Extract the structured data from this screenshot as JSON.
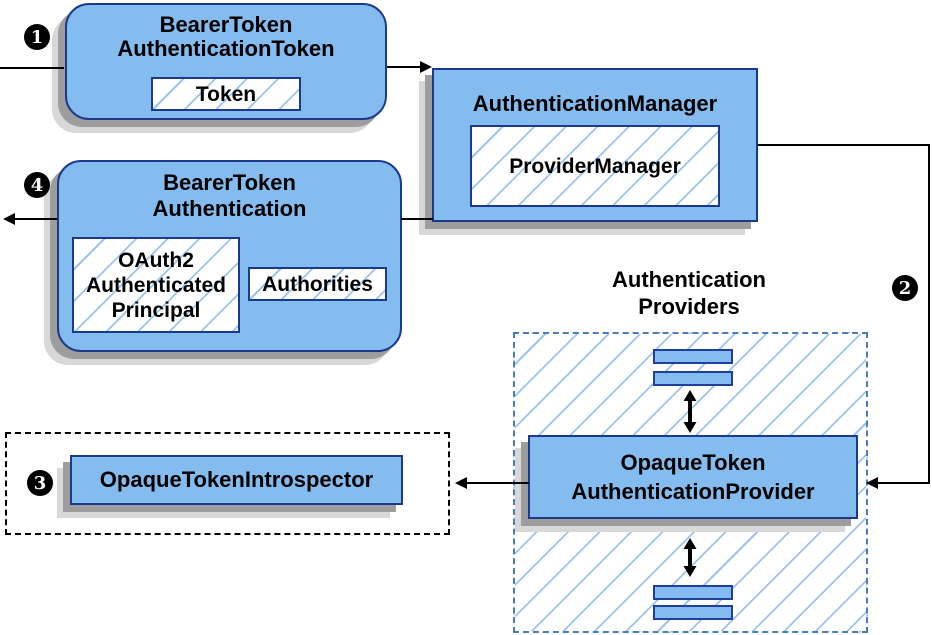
{
  "badges": {
    "step1": "1",
    "step2": "2",
    "step3": "3",
    "step4": "4"
  },
  "nodes": {
    "bearer_token_authentication_token": {
      "title_line1": "BearerToken",
      "title_line2": "AuthenticationToken",
      "token_chip": "Token"
    },
    "authentication_manager": {
      "title": "AuthenticationManager",
      "provider_manager_chip": "ProviderManager"
    },
    "bearer_token_authentication": {
      "title_line1": "BearerToken",
      "title_line2": "Authentication",
      "principal_chip_line1": "OAuth2",
      "principal_chip_line2": "Authenticated",
      "principal_chip_line3": "Principal",
      "authorities_chip": "Authorities"
    },
    "opaque_token_introspector": {
      "label": "OpaqueTokenIntrospector"
    },
    "authentication_providers": {
      "label_line1": "Authentication",
      "label_line2": "Providers",
      "provider_line1": "OpaqueToken",
      "provider_line2": "AuthenticationProvider"
    }
  },
  "colors": {
    "node_fill": "#85bcf0",
    "node_border": "#1c3a8c",
    "hatch_line": "#9cc4f2",
    "shadow_dark": "#9d9d9d",
    "shadow_light": "#d8d8d8",
    "providers_dashed_border": "#4a7dc0",
    "introspector_dashed_border": "#000000",
    "arrow": "#000000",
    "badge_background": "#000000",
    "badge_text": "#ffffff"
  }
}
